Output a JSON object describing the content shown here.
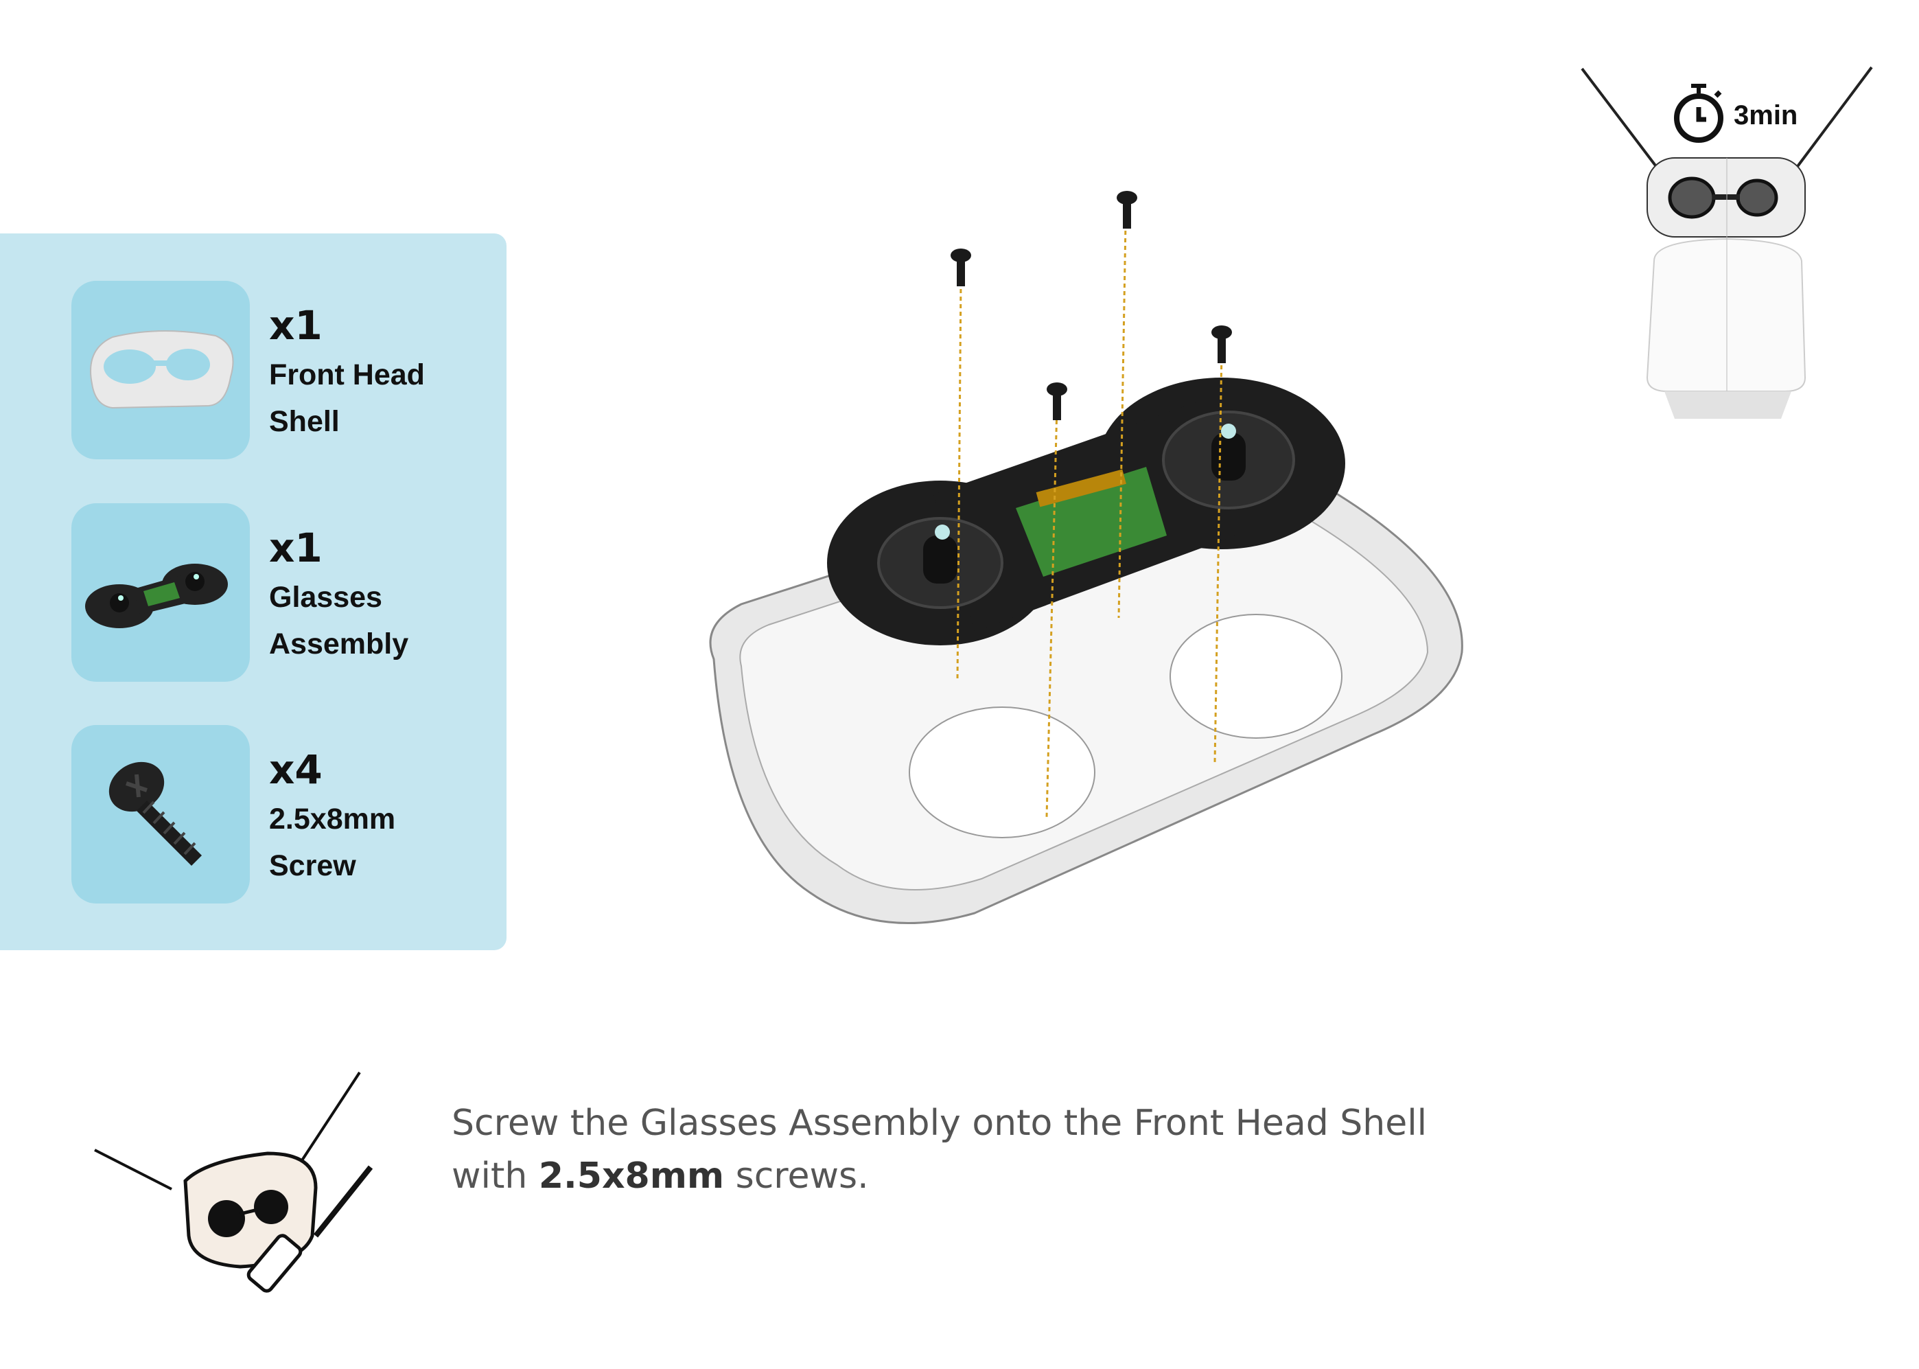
{
  "time": {
    "icon": "stopwatch-icon",
    "label": "3min"
  },
  "parts": [
    {
      "qty": "x1",
      "name_line1": "Front Head",
      "name_line2": "Shell"
    },
    {
      "qty": "x1",
      "name_line1": "Glasses",
      "name_line2": "Assembly"
    },
    {
      "qty": "x4",
      "name_line1": "2.5x8mm",
      "name_line2": "Screw"
    }
  ],
  "instruction": {
    "line1": "Screw the Glasses Assembly onto the Front Head Shell",
    "line2_prefix": "with ",
    "line2_bold": "2.5x8mm",
    "line2_suffix": " screws."
  },
  "colors": {
    "panel": "#c5e6f0",
    "tile": "#9fd8e8",
    "pcb": "#3a8a35",
    "guide": "#d4a020"
  }
}
